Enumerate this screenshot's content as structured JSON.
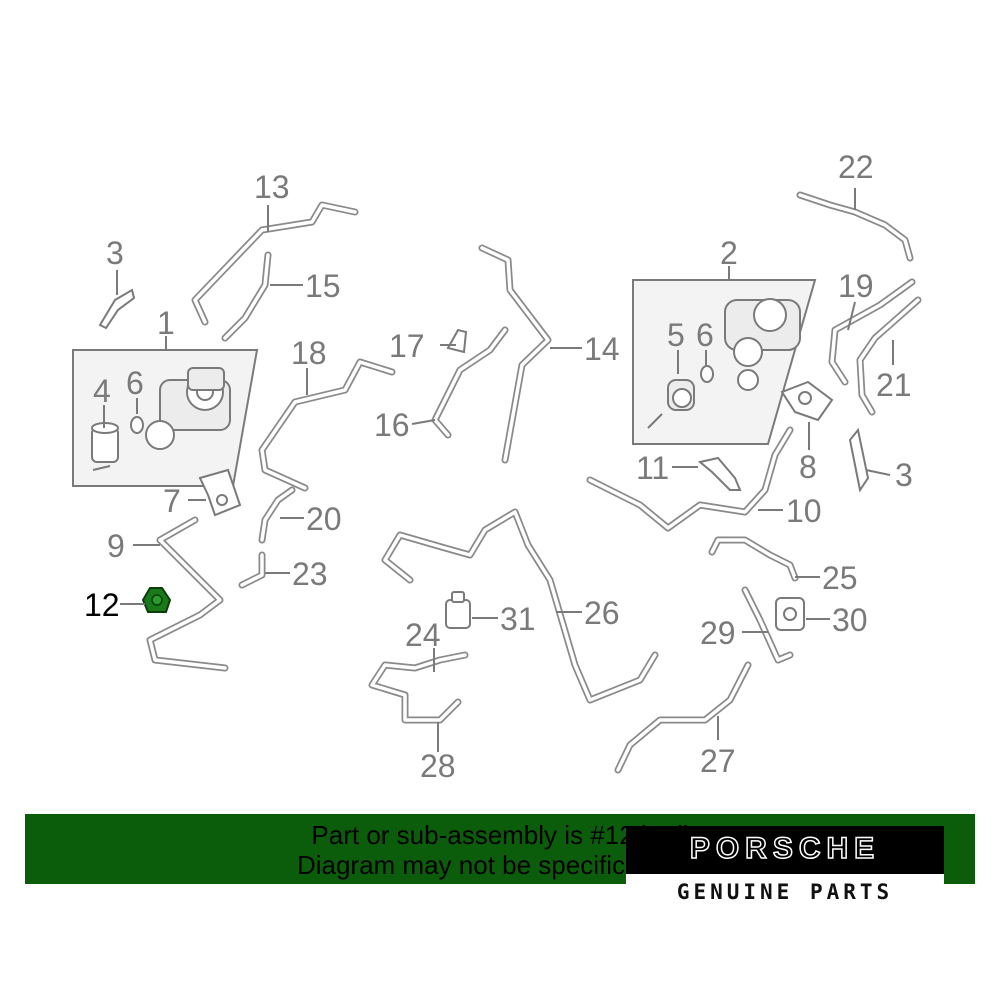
{
  "diagram": {
    "callouts": {
      "n1": "1",
      "n2": "2",
      "n3a": "3",
      "n3b": "3",
      "n4": "4",
      "n5": "5",
      "n6a": "6",
      "n6b": "6",
      "n7": "7",
      "n8": "8",
      "n9": "9",
      "n10": "10",
      "n11": "11",
      "n12": "12",
      "n13": "13",
      "n14": "14",
      "n15": "15",
      "n16": "16",
      "n17": "17",
      "n18": "18",
      "n19": "19",
      "n20": "20",
      "n21": "21",
      "n22": "22",
      "n23": "23",
      "n24": "24",
      "n25": "25",
      "n26": "26",
      "n27": "27",
      "n28": "28",
      "n29": "29",
      "n30": "30",
      "n31": "31"
    },
    "highlight_color": "#1a7a1a",
    "line_color": "#8a8a8a"
  },
  "banner": {
    "line1": "Part or sub-assembly is #12 in di",
    "line2": "Diagram may not be specific to you",
    "color": "#0b5d0b"
  },
  "logo": {
    "wordmark": "PORSCHE",
    "subtitle": "GENUINE PARTS"
  }
}
